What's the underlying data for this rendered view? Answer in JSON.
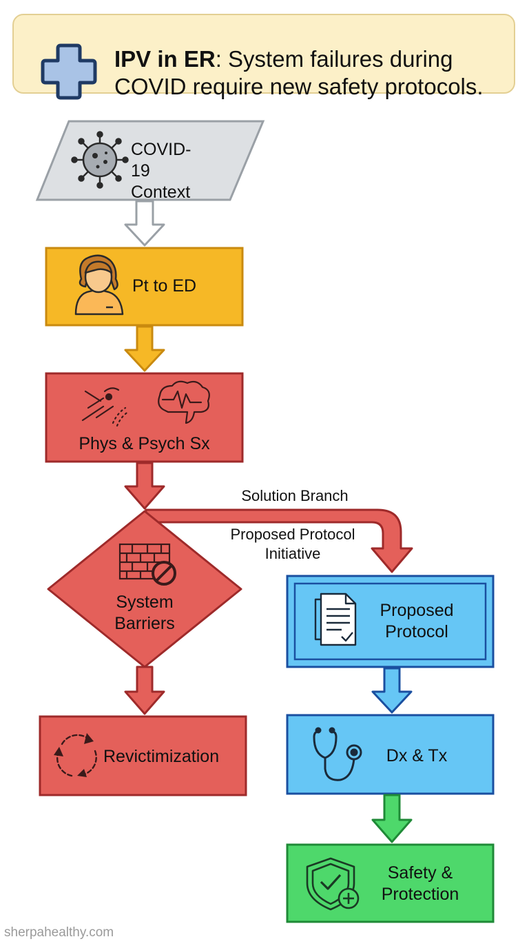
{
  "header": {
    "title_bold": "IPV in ER",
    "title_rest": ": System failures during COVID require new safety protocols."
  },
  "nodes": {
    "covid": {
      "line1": "COVID-19",
      "line2": "Context"
    },
    "patient": {
      "label": "Pt to ED"
    },
    "symptoms": {
      "label": "Phys & Psych Sx"
    },
    "barriers": {
      "line1": "System",
      "line2": "Barriers"
    },
    "revictim": {
      "label": "Revictimization"
    },
    "protocol": {
      "line1": "Proposed",
      "line2": "Protocol"
    },
    "dxtx": {
      "label": "Dx & Tx"
    },
    "safety": {
      "line1": "Safety &",
      "line2": "Protection"
    }
  },
  "edges": {
    "solution_branch": "Solution Branch",
    "initiative_line1": "Proposed Protocol",
    "initiative_line2": "Initiative"
  },
  "colors": {
    "header_bg": "#fcf0c8",
    "gray": "#dde0e3",
    "yellow": "#f6b826",
    "red": "#e4605a",
    "blue": "#66c6f5",
    "green": "#4ed86b",
    "cross": "#a9c3e6"
  },
  "watermark": "sherpahealthy.com"
}
